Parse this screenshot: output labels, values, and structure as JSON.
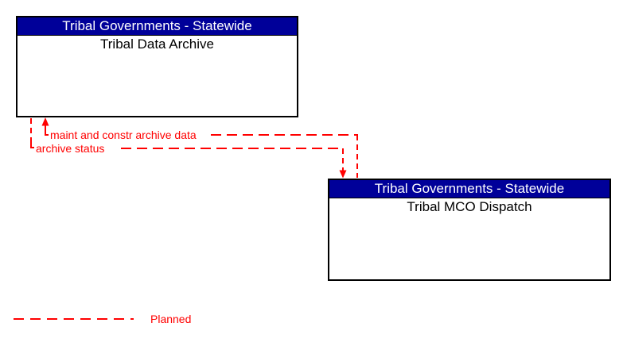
{
  "entities": [
    {
      "group": "Tribal Governments - Statewide",
      "name": "Tribal Data Archive"
    },
    {
      "group": "Tribal Governments - Statewide",
      "name": "Tribal MCO Dispatch"
    }
  ],
  "flows": [
    {
      "label": "maint and constr archive data",
      "from": "Tribal MCO Dispatch",
      "to": "Tribal Data Archive",
      "status": "Planned"
    },
    {
      "label": "archive status",
      "from": "Tribal Data Archive",
      "to": "Tribal MCO Dispatch",
      "status": "Planned"
    }
  ],
  "legend": {
    "label": "Planned",
    "line_style": "dashed"
  },
  "colors": {
    "header_bg": "#000099",
    "header_text": "#ffffff",
    "entity_text": "#000000",
    "flow": "#ff0000",
    "border": "#000000",
    "background": "#ffffff"
  }
}
